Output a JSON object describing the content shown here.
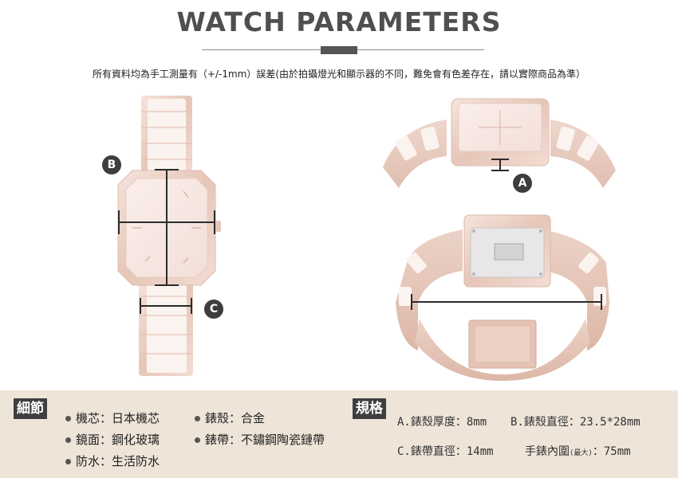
{
  "header": {
    "title": "WATCH PARAMETERS",
    "disclaimer": "所有資料均為手工測量有（+/-1mm）誤差(由於拍攝燈光和顯示器的不同，難免會有色差存在，請以實際商品為準）"
  },
  "markers": {
    "a": "A",
    "b": "B",
    "c": "C"
  },
  "details": {
    "tag": "細節",
    "items": [
      "機芯：日本機芯",
      "錶殼：合金",
      "鏡面：鋼化玻璃",
      "錶帶：不鏽鋼陶瓷鏈帶",
      "防水：生活防水"
    ]
  },
  "specs": {
    "tag": "規格",
    "a": "A.錶殼厚度：8mm",
    "b": "B.錶殼直徑：23.5*28mm",
    "c": "C.錶帶直徑：14mm",
    "inner_label": "手錶內圍",
    "inner_note": "(最大)",
    "inner_value": "：75mm"
  },
  "colors": {
    "rose_gold": "#e9cfc4",
    "ceramic": "#fbf3ef",
    "spec_bg": "#eee4d8",
    "dark": "#3d3d3d"
  }
}
